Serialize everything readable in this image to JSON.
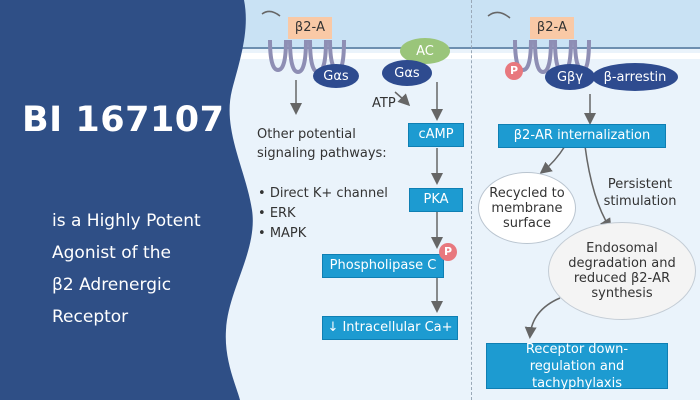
{
  "left_panel": {
    "title": "BI 167107",
    "subtitle_lines": [
      "is a Highly Potent",
      "Agonist of the",
      "β2 Adrenergic Receptor"
    ]
  },
  "receptor_left": {
    "label": "β2-A",
    "g_alpha_s": "Gαs"
  },
  "middle": {
    "ac_label": "AC",
    "g_alpha_s_label": "Gαs",
    "atp_label": "ATP",
    "other_pathways_title": "Other potential signaling pathways:",
    "other_pathways": [
      "Direct K+ channel",
      "ERK",
      "MAPK"
    ],
    "cascade": [
      "cAMP",
      "PKA",
      "Phospholipase C"
    ],
    "result": "↓ Intracellular Ca+",
    "p_badge": "P"
  },
  "right": {
    "receptor_label": "β2-A",
    "p_badge": "P",
    "g_beta_gamma": "Gβγ",
    "arrestin": "β-arrestin",
    "internalization": "β2-AR internalization",
    "recycled": "Recycled to membrane surface",
    "persistent": "Persistent stimulation",
    "endosomal": "Endosomal degradation and reduced β2-AR synthesis",
    "downregulation": "Receptor down-regulation and tachyphylaxis"
  },
  "colors": {
    "navy": "#2f4f86",
    "box_blue": "#1d9bd1",
    "g_protein": "#2e4b8f",
    "ac_green": "#9ac57a",
    "receptor_tag": "#f9c9a6",
    "phospho": "#e8787e"
  }
}
